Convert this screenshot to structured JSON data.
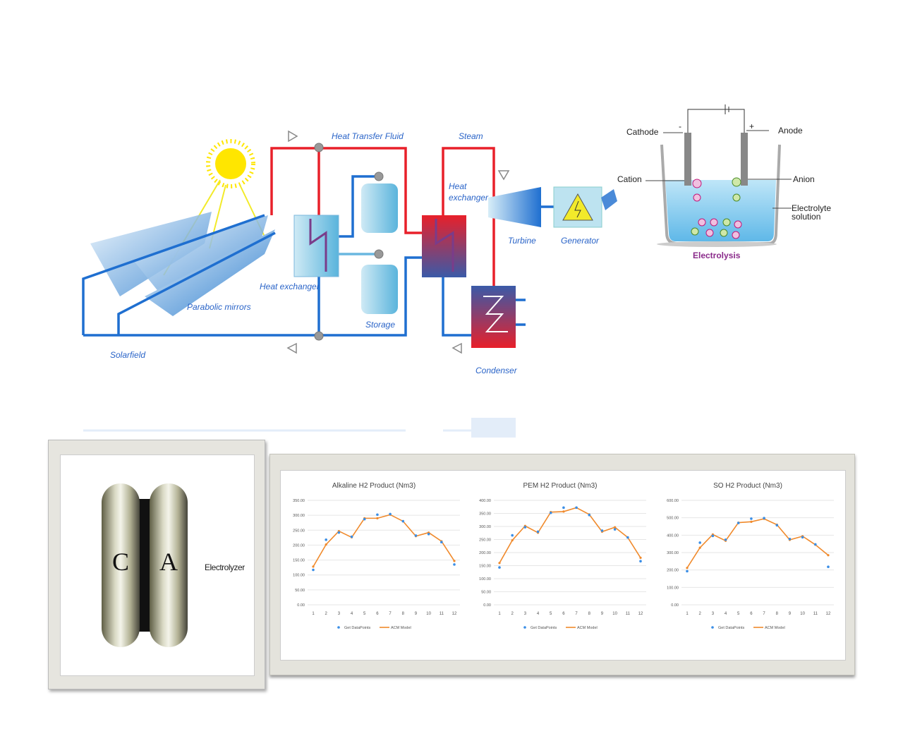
{
  "schematic": {
    "heat_transfer_fluid": "Heat Transfer Fluid",
    "steam": "Steam",
    "heat_exchanger_1": "Heat exchanger",
    "heat_exchanger_2a": "Heat",
    "heat_exchanger_2b": "exchanger",
    "turbine": "Turbine",
    "generator": "Generator",
    "parabolic_mirrors": "Parabolic mirrors",
    "solarfield": "Solarfield",
    "storage": "Storage",
    "condenser": "Condenser"
  },
  "electrolysis": {
    "cathode": "Cathode",
    "anode": "Anode",
    "cation": "Cation",
    "anion": "Anion",
    "electrolyte_1": "Electrolyte",
    "electrolyte_2": "solution",
    "title": "Electrolysis",
    "minus": "-",
    "plus": "+"
  },
  "electrolyzer": {
    "c": "C",
    "a": "A",
    "label": "Electrolyzer"
  },
  "colors": {
    "hot": "#e8202a",
    "cold": "#1f6fd0",
    "points": "#3a8ee6",
    "model": "#f08a2c"
  },
  "chart_data": [
    {
      "type": "line",
      "title": "Alkaline H2 Product (Nm3)",
      "ylim": [
        0,
        350
      ],
      "yticks": [
        "0.00",
        "50.00",
        "100.00",
        "150.00",
        "200.00",
        "250.00",
        "300.00",
        "350.00"
      ],
      "categories": [
        "1",
        "2",
        "3",
        "4",
        "5",
        "6",
        "7",
        "8",
        "9",
        "10",
        "11",
        "12"
      ],
      "series": [
        {
          "name": "Get DataPoints",
          "values": [
            117,
            218,
            242,
            228,
            287,
            302,
            304,
            280,
            232,
            237,
            210,
            135
          ]
        },
        {
          "name": "ACM Model",
          "values": [
            128,
            202,
            247,
            226,
            290,
            290,
            302,
            280,
            230,
            242,
            213,
            147
          ]
        }
      ]
    },
    {
      "type": "line",
      "title": "PEM H2 Product (Nm3)",
      "ylim": [
        0,
        400
      ],
      "yticks": [
        "0.00",
        "50.00",
        "100.00",
        "150.00",
        "200.00",
        "250.00",
        "300.00",
        "350.00",
        "400.00"
      ],
      "categories": [
        "1",
        "2",
        "3",
        "4",
        "5",
        "6",
        "7",
        "8",
        "9",
        "10",
        "11",
        "12"
      ],
      "series": [
        {
          "name": "Get DataPoints",
          "values": [
            143,
            266,
            297,
            280,
            352,
            372,
            372,
            344,
            284,
            289,
            258,
            167
          ]
        },
        {
          "name": "ACM Model",
          "values": [
            160,
            247,
            302,
            276,
            355,
            357,
            372,
            346,
            280,
            297,
            258,
            180
          ]
        }
      ]
    },
    {
      "type": "line",
      "title": "SO H2 Product (Nm3)",
      "ylim": [
        0,
        600
      ],
      "yticks": [
        "0.00",
        "100.00",
        "200.00",
        "300.00",
        "400.00",
        "500.00",
        "600.00"
      ],
      "categories": [
        "1",
        "2",
        "3",
        "4",
        "5",
        "6",
        "7",
        "8",
        "9",
        "10",
        "11",
        "12"
      ],
      "series": [
        {
          "name": "Get DataPoints",
          "values": [
            193,
            357,
            396,
            374,
            470,
            495,
            498,
            457,
            378,
            388,
            347,
            218
          ]
        },
        {
          "name": "ACM Model",
          "values": [
            212,
            328,
            404,
            368,
            472,
            477,
            494,
            460,
            373,
            394,
            345,
            285
          ]
        }
      ]
    }
  ]
}
